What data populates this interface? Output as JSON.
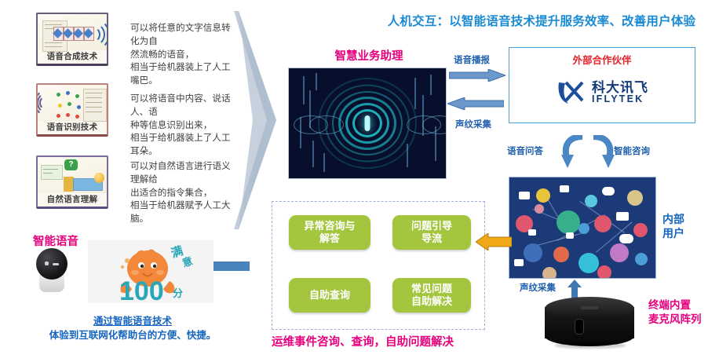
{
  "title": "人机交互：以智能语音技术提升服务效率、改善用户体验",
  "left_panel": {
    "cards": [
      {
        "caption": "语音合成技术",
        "description_lines": [
          "可以将任意的文字信息转化为自",
          "然流畅的语音，",
          "相当于给机器装上了人工嘴巴。"
        ],
        "icon": "speech-synthesis-icon"
      },
      {
        "caption": "语音识别技术",
        "description_lines": [
          "可以将语音中内容、说话人、语",
          "种等信息识别出来，",
          "相当于给机器装上了人工耳朵。"
        ],
        "icon": "speech-recognition-icon"
      },
      {
        "caption": "自然语言理解",
        "description_lines": [
          "可以对自然语言进行语义理解给",
          "出适合的指令集合，",
          "相当于给机器赋予人工大脑。"
        ],
        "icon": "nlu-icon"
      }
    ],
    "smart_voice": {
      "title": "智能语音",
      "robot_icon": "smart-speaker-robot-icon",
      "mascot_text": "100",
      "mascot_alt": "满意100分",
      "caption_line1": "通过智能语音技术",
      "caption_line2": "体验到互联网化帮助台的方便、快捷。"
    }
  },
  "assistant": {
    "title": "智慧业务助理",
    "screen_alt": "voice-wave-visual"
  },
  "flows": {
    "voice_broadcast": "语音播报",
    "voiceprint_capture": "声纹采集",
    "voice_qa": "语音问答",
    "smart_consult": "智能咨询",
    "voiceprint_capture_bottom": "声纹采集"
  },
  "partner": {
    "title": "外部合作伙伴",
    "logo_cn": "科大讯飞",
    "logo_en": "IFLYTEK"
  },
  "users": {
    "label_line1": "内部",
    "label_line2": "用户",
    "image_alt": "internal-users-network"
  },
  "services": {
    "boxes": [
      "异常咨询与\n解答",
      "问题引导\n导流",
      "自助查询",
      "常见问题\n自助解决"
    ],
    "box1_line1": "异常咨询与",
    "box1_line2": "解答",
    "box2_line1": "问题引导",
    "box2_line2": "导流",
    "box3_line1": "自助查询",
    "box3_line2": "",
    "box4_line1": "常见问题",
    "box4_line2": "自助解决",
    "caption": "运维事件咨询、查询，自助问题解决"
  },
  "terminal": {
    "label_line1": "终端内置",
    "label_line2": "麦克风阵列",
    "device_alt": "round-black-speaker"
  },
  "colors": {
    "title_blue": "#1a8ad4",
    "heading_pink": "#e5007d",
    "service_green": "#a4c63e",
    "arrow_blue": "#4a7fbc",
    "arrow_orange": "#e8a317",
    "label_blue": "#1f5fae",
    "dark_screen": "#080f2c"
  }
}
